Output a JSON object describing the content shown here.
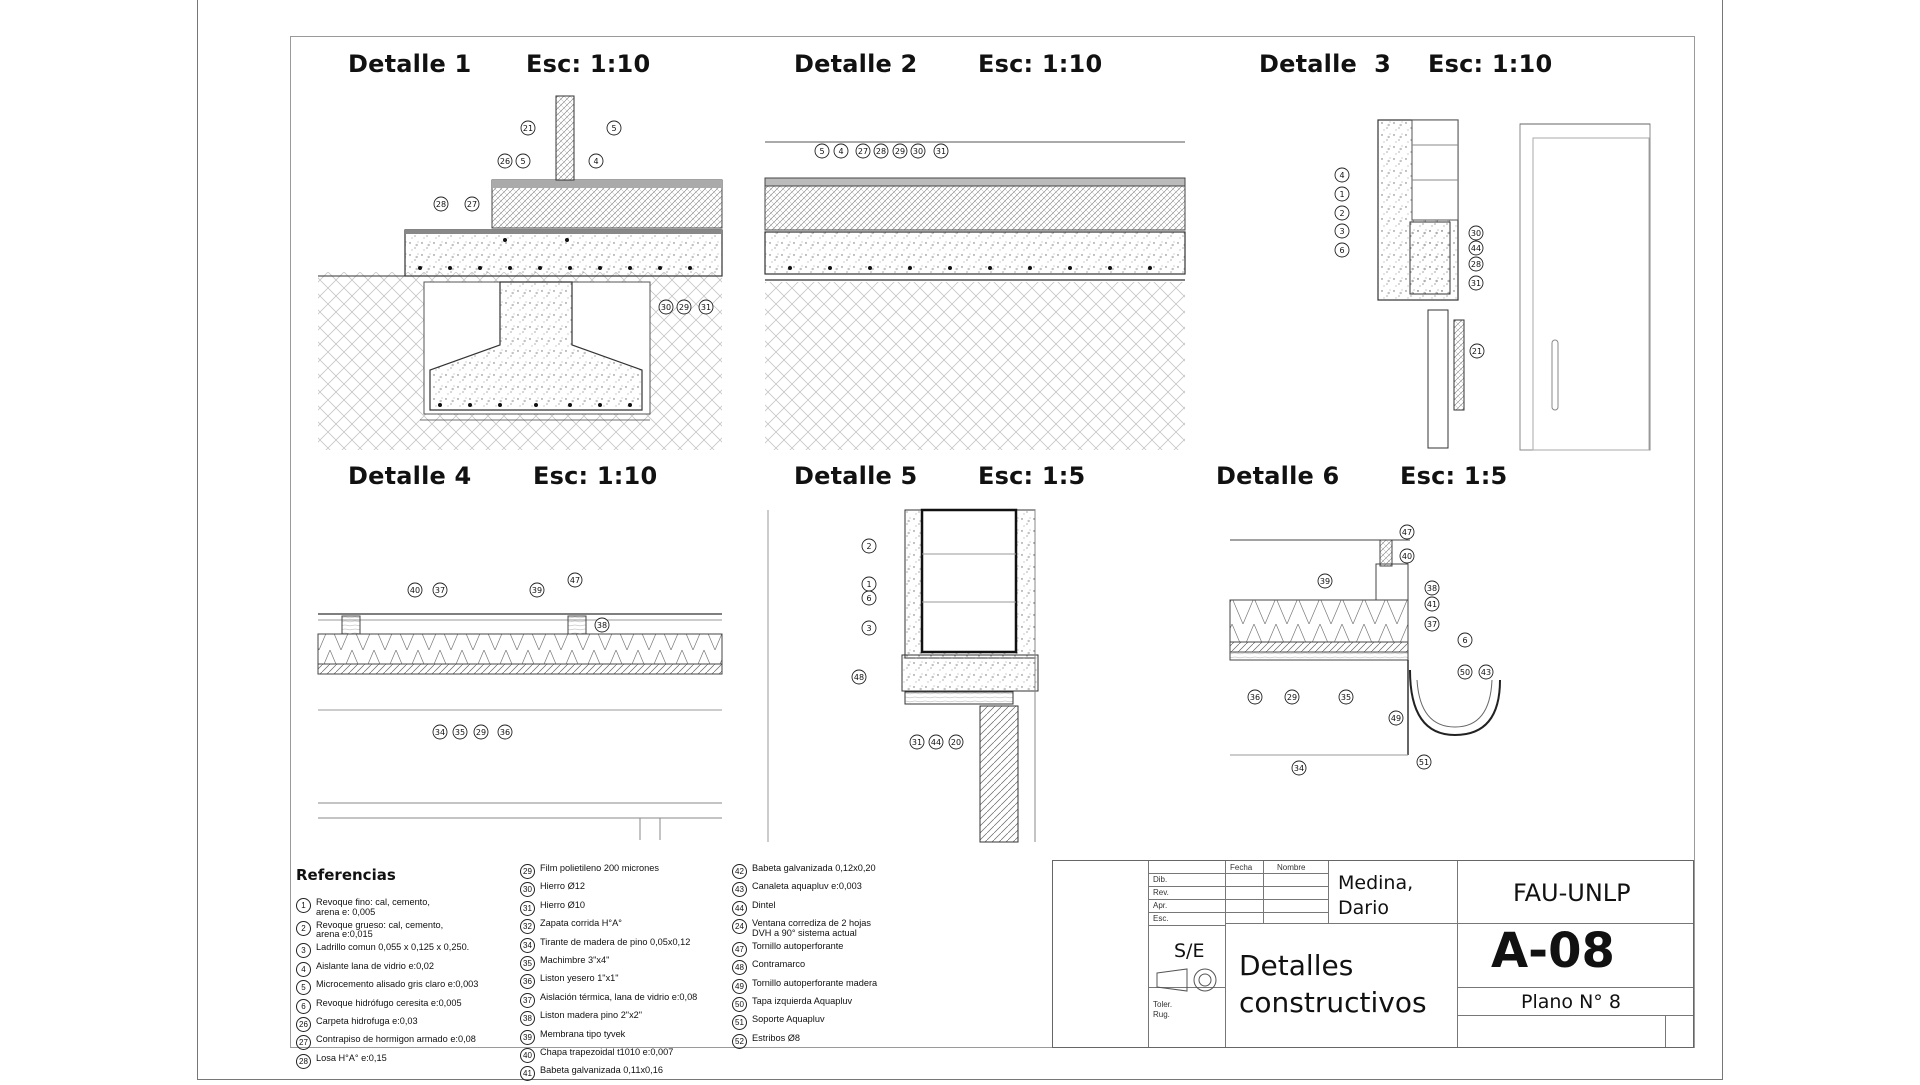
{
  "details": [
    {
      "title": "Detalle 1",
      "scale": "Esc: 1:10"
    },
    {
      "title": "Detalle 2",
      "scale": "Esc: 1:10"
    },
    {
      "title": "Detalle  3",
      "scale": "Esc: 1:10"
    },
    {
      "title": "Detalle 4",
      "scale": "Esc: 1:10"
    },
    {
      "title": "Detalle 5",
      "scale": "Esc: 1:5"
    },
    {
      "title": "Detalle 6",
      "scale": "Esc: 1:5"
    }
  ],
  "callouts": {
    "d1": [
      "21",
      "5",
      "26",
      "5",
      "4",
      "28",
      "27",
      "30",
      "29",
      "31"
    ],
    "d2": [
      "5",
      "4",
      "27",
      "28",
      "29",
      "30",
      "31"
    ],
    "d3": [
      "4",
      "1",
      "2",
      "3",
      "6",
      "30",
      "44",
      "28",
      "31",
      "21"
    ],
    "d4": [
      "40",
      "37",
      "39",
      "47",
      "38",
      "34",
      "35",
      "29",
      "36"
    ],
    "d5": [
      "2",
      "1",
      "6",
      "3",
      "48",
      "31",
      "44",
      "20"
    ],
    "d6": [
      "47",
      "40",
      "39",
      "38",
      "41",
      "37",
      "6",
      "36",
      "29",
      "35",
      "50",
      "43",
      "49",
      "34",
      "51"
    ]
  },
  "references": {
    "title": "Referencias",
    "columns": [
      [
        {
          "n": "1",
          "t": "Revoque fino: cal, cemento,\narena e: 0,005"
        },
        {
          "n": "2",
          "t": "Revoque grueso: cal, cemento,\narena e:0,015"
        },
        {
          "n": "3",
          "t": "Ladrillo comun 0,055 x 0,125 x 0,250."
        },
        {
          "n": "4",
          "t": "Aislante lana de vidrio e:0,02"
        },
        {
          "n": "5",
          "t": "Microcemento alisado gris claro e:0,003"
        },
        {
          "n": "6",
          "t": "Revoque hidrófugo ceresita e:0,005"
        },
        {
          "n": "26",
          "t": "Carpeta hidrofuga e:0,03"
        },
        {
          "n": "27",
          "t": "Contrapiso de hormigon armado e:0,08"
        },
        {
          "n": "28",
          "t": "Losa H°A° e:0,15"
        }
      ],
      [
        {
          "n": "29",
          "t": "Film polietileno 200 micrones"
        },
        {
          "n": "30",
          "t": "Hierro Ø12"
        },
        {
          "n": "31",
          "t": "Hierro Ø10"
        },
        {
          "n": "32",
          "t": "Zapata corrida H°A°"
        },
        {
          "n": "34",
          "t": "Tirante de madera de pino 0,05x0,12"
        },
        {
          "n": "35",
          "t": "Machimbre 3\"x4\""
        },
        {
          "n": "36",
          "t": "Liston yesero 1\"x1\""
        },
        {
          "n": "37",
          "t": "Aislación térmica, lana de vidrio e:0,08"
        },
        {
          "n": "38",
          "t": "Liston madera pino 2\"x2\""
        },
        {
          "n": "39",
          "t": "Membrana tipo tyvek"
        },
        {
          "n": "40",
          "t": "Chapa trapezoidal t1010 e:0,007"
        },
        {
          "n": "41",
          "t": "Babeta galvanizada 0,11x0,16"
        }
      ],
      [
        {
          "n": "42",
          "t": "Babeta galvanizada 0,12x0,20"
        },
        {
          "n": "43",
          "t": "Canaleta aquapluv e:0,003"
        },
        {
          "n": "44",
          "t": "Dintel"
        },
        {
          "n": "24",
          "t": "Ventana corrediza de 2 hojas\nDVH a 90° sistema actual"
        },
        {
          "n": "47",
          "t": "Tornillo autoperforante"
        },
        {
          "n": "48",
          "t": "Contramarco"
        },
        {
          "n": "49",
          "t": "Tornillo autoperforante madera"
        },
        {
          "n": "50",
          "t": "Tapa izquierda Aquapluv"
        },
        {
          "n": "51",
          "t": "Soporte Aquapluv"
        },
        {
          "n": "52",
          "t": "Estribos Ø8"
        }
      ]
    ]
  },
  "title_block": {
    "header_fecha": "Fecha",
    "header_nombre": "Nombre",
    "rows": [
      "Dib.",
      "Rev.",
      "Apr.",
      "Esc."
    ],
    "scale": "S/E",
    "tolerance_label": "Toler.\nRug.",
    "author": "Medina,\nDario",
    "institution": "FAU-UNLP",
    "drawing_title": "Detalles\nconstructivos",
    "sheet_code": "A-08",
    "plan_number": "Plano N° 8"
  }
}
